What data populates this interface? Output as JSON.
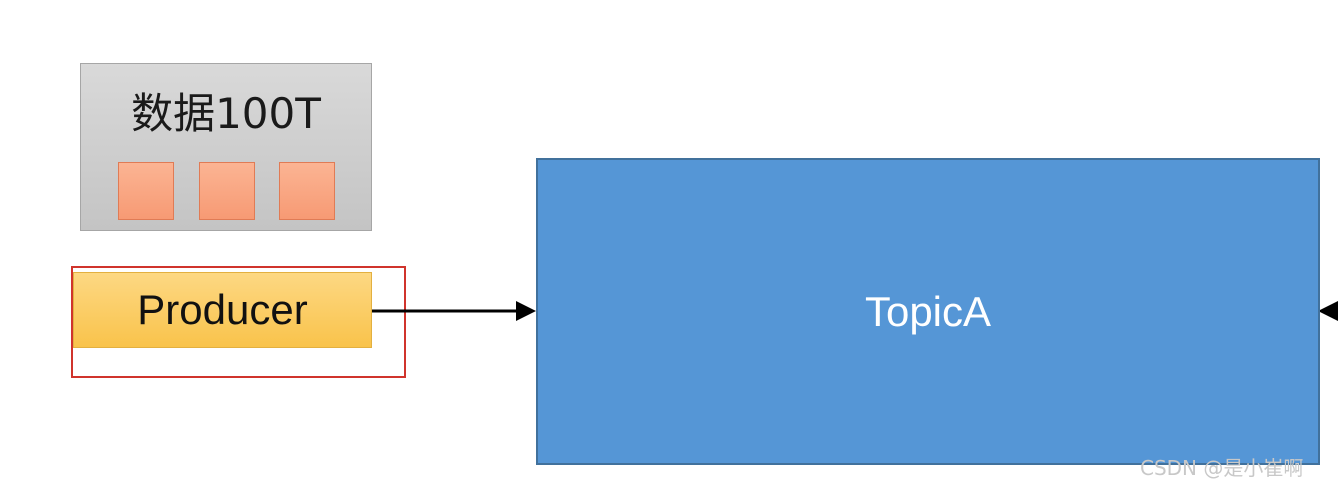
{
  "data_source": {
    "title": "数据100T",
    "block_count": 3
  },
  "producer": {
    "label": "Producer"
  },
  "topic": {
    "label": "TopicA"
  },
  "watermark": {
    "text": "CSDN @是小崔啊"
  },
  "colors": {
    "topic_fill": "#5596d6",
    "producer_fill": "#f9c34b",
    "data_box_fill": "#c8c8c8",
    "block_fill": "#f79a74",
    "highlight_border": "#d0342c"
  }
}
